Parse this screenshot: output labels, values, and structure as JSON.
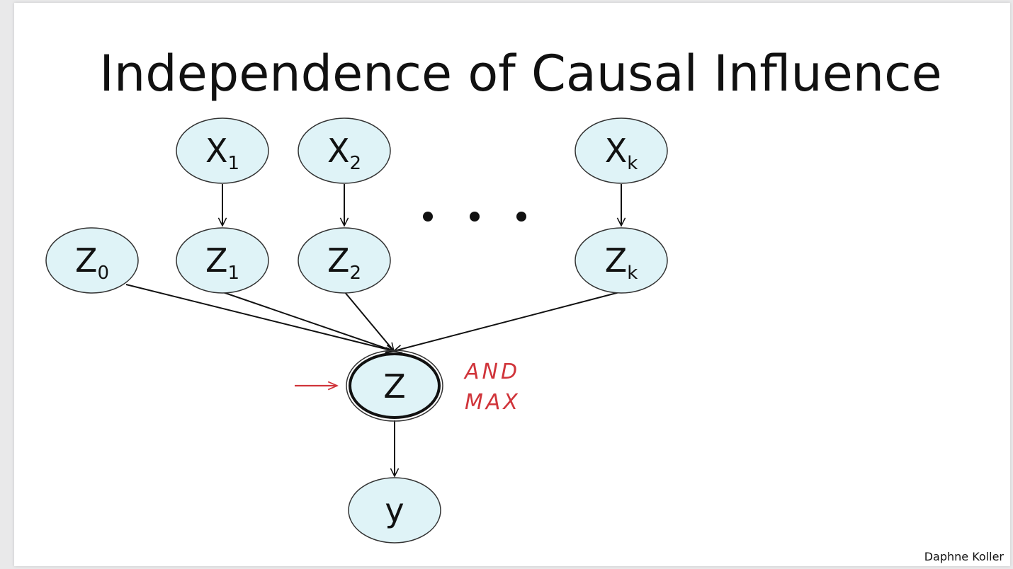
{
  "slide": {
    "title": "Independence of Causal Influence",
    "credit": "Daphne Koller"
  },
  "nodes": {
    "x1": {
      "main": "X",
      "sub": "1"
    },
    "x2": {
      "main": "X",
      "sub": "2"
    },
    "xk": {
      "main": "X",
      "sub": "k"
    },
    "z0": {
      "main": "Z",
      "sub": "0"
    },
    "z1": {
      "main": "Z",
      "sub": "1"
    },
    "z2": {
      "main": "Z",
      "sub": "2"
    },
    "zk": {
      "main": "Z",
      "sub": "k"
    },
    "z": {
      "main": "Z"
    },
    "y": {
      "main": "y"
    }
  },
  "annotations": {
    "line1": "AND",
    "line2": "MAX"
  },
  "colors": {
    "node_fill": "#dff3f7",
    "node_stroke": "#333333",
    "annotation": "#d0343a"
  }
}
